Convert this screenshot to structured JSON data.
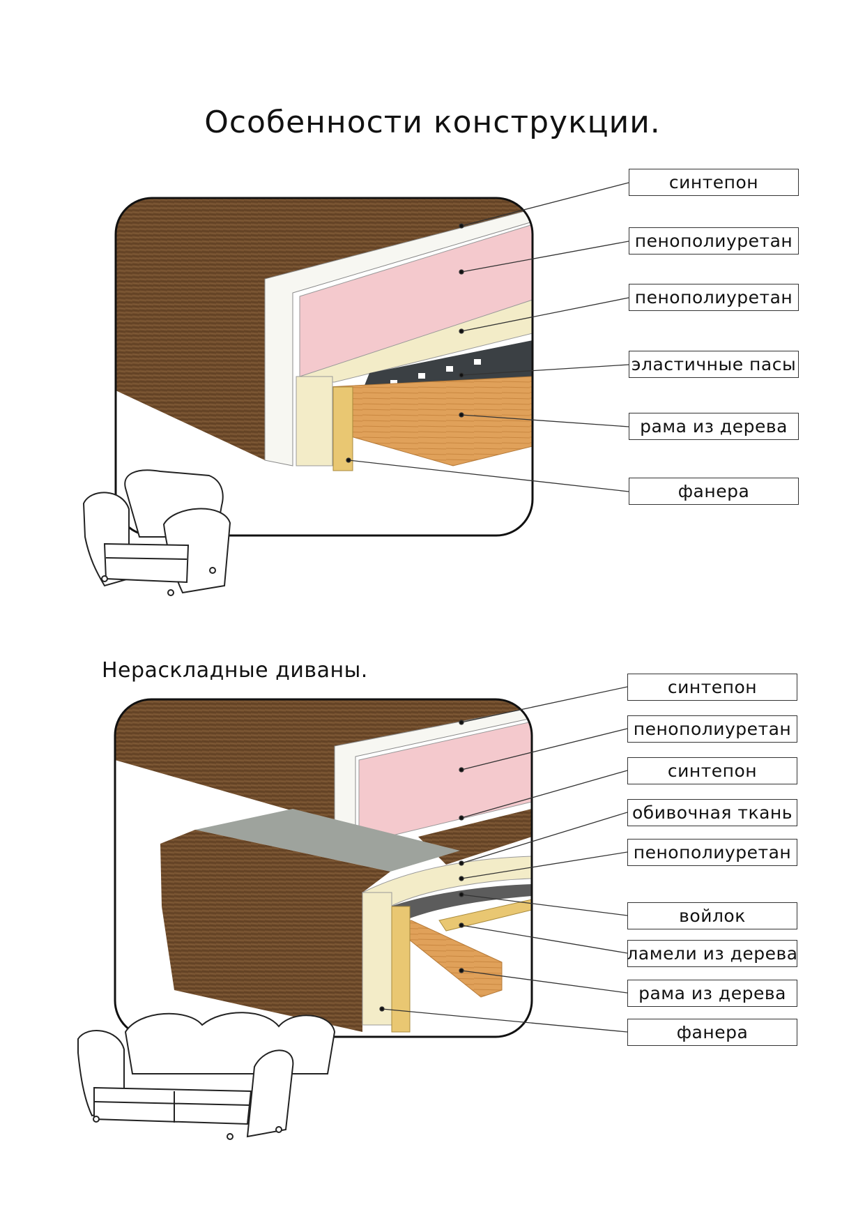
{
  "title": "Особенности конструкции.",
  "section1": {
    "labels": [
      "синтепон",
      "пенополиуретан",
      "пенополиуретан",
      "эластичные пасы",
      "рама из дерева",
      "фанера"
    ]
  },
  "section2": {
    "heading": "Нераскладные диваны.",
    "labels": [
      "синтепон",
      "пенополиуретан",
      "синтепон",
      "обивочная ткань",
      "пенополиуретан",
      "войлок",
      "ламели из дерева",
      "рама из дерева",
      "фанера"
    ]
  },
  "colors": {
    "fabric": "#6e4b2b",
    "foam_pink": "#f4c9cd",
    "foam_cream": "#f3ecc8",
    "belts": "#3b4044",
    "wood": "#e0a15a",
    "plywood": "#e9c772",
    "gray_fabric": "#9ea39d"
  }
}
